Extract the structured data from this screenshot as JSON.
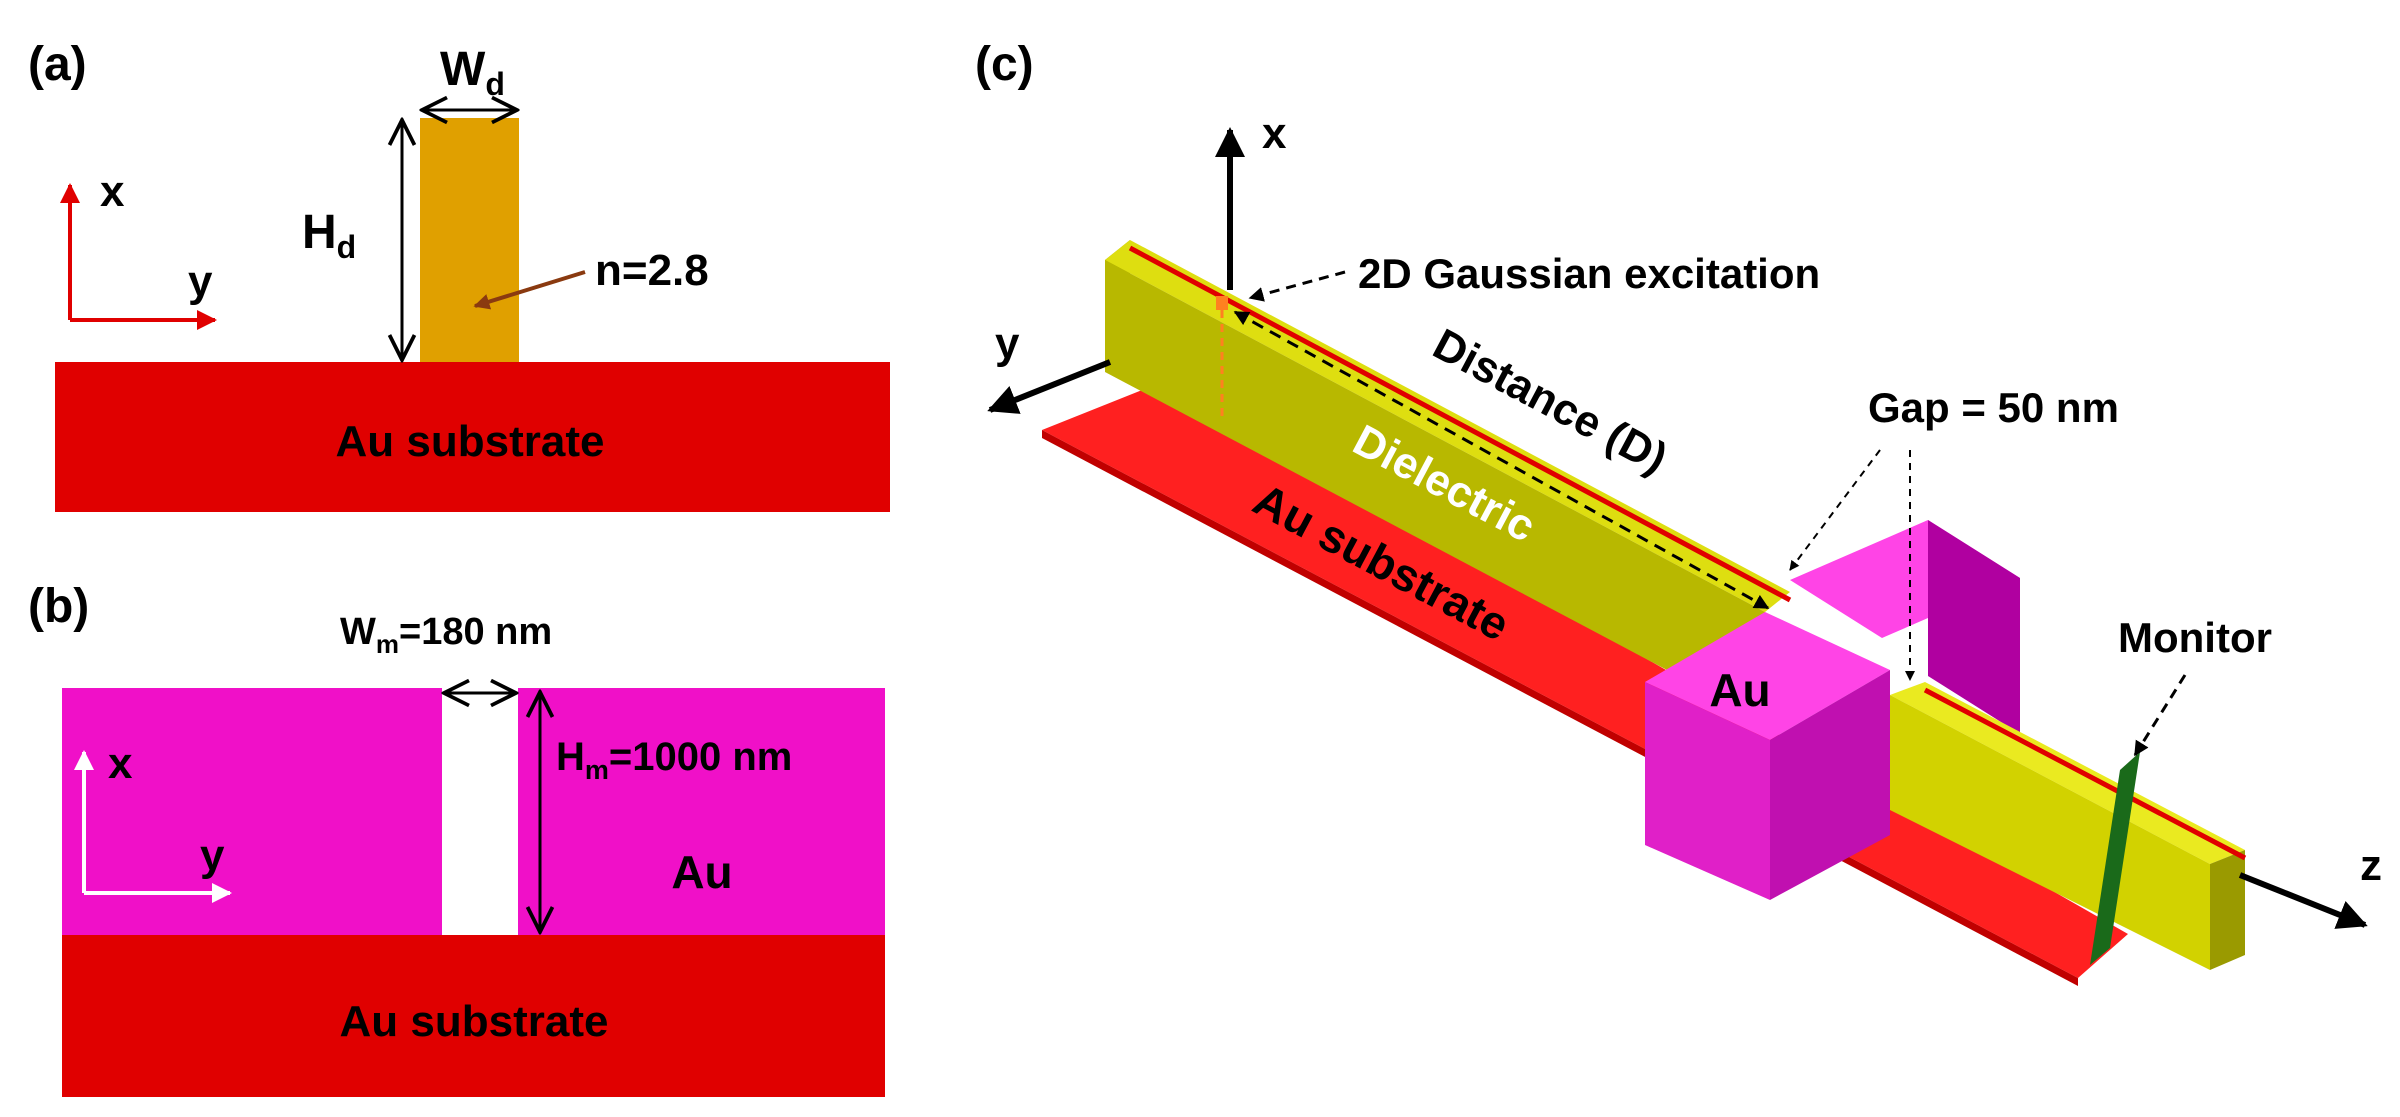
{
  "colors": {
    "au_substrate": "#e00000",
    "dielectric_2d": "#e0a000",
    "au_block": "#ee10cc",
    "dielectric_3d": "#c8c800",
    "monitor": "#1a6a1a",
    "axis_red": "#e00000",
    "axis_white": "#ffffff",
    "text": "#000000"
  },
  "panel_a": {
    "label": "(a)",
    "axis_x": "x",
    "axis_y": "y",
    "width_label": "W",
    "width_sub": "d",
    "height_label": "H",
    "height_sub": "d",
    "index_label": "n=2.8",
    "substrate_label": "Au substrate"
  },
  "panel_b": {
    "label": "(b)",
    "axis_x": "x",
    "axis_y": "y",
    "width_label": "W",
    "width_sub": "m",
    "width_value": "=180 nm",
    "height_label": "H",
    "height_sub": "m",
    "height_value": "=1000 nm",
    "metal_label": "Au",
    "substrate_label": "Au substrate"
  },
  "panel_c": {
    "label": "(c)",
    "axis_x": "x",
    "axis_y": "y",
    "axis_z": "z",
    "excitation_label": "2D Gaussian excitation",
    "distance_label": "Distance (D)",
    "dielectric_label": "Dielectric",
    "substrate_label": "Au substrate",
    "gap_label": "Gap = 50 nm",
    "block_label": "Au",
    "monitor_label": "Monitor"
  }
}
